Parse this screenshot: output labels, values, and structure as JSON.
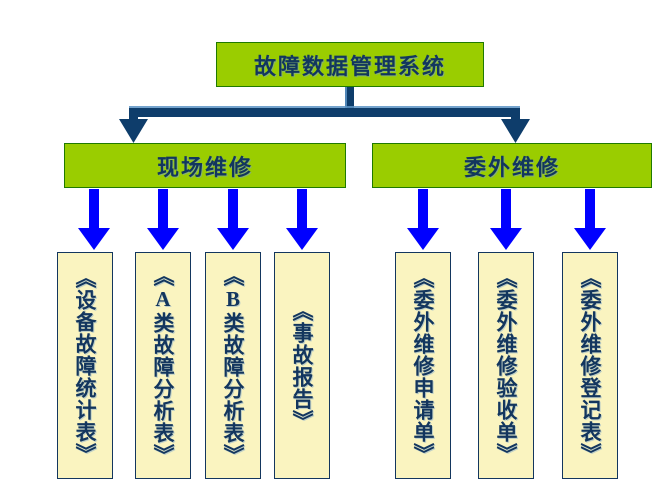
{
  "diagram": {
    "title_node": {
      "label": "故障数据管理系统"
    },
    "branches": [
      {
        "label": "现场维修"
      },
      {
        "label": "委外维修"
      }
    ],
    "leaves": [
      {
        "label": "《设备故障统计表》",
        "group": "现场维修"
      },
      {
        "label": "《A类故障分析表》",
        "group": "现场维修"
      },
      {
        "label": "《B类故障分析表》",
        "group": "现场维修"
      },
      {
        "label": "《事故报告》",
        "group": "现场维修"
      },
      {
        "label": "《委外维修申请单》",
        "group": "委外维修"
      },
      {
        "label": "《委外维修验收单》",
        "group": "委外维修"
      },
      {
        "label": "《委外维修登记表》",
        "group": "委外维修"
      }
    ],
    "colors": {
      "node_fill_green": "#9ACD00",
      "node_border_green": "#1F7A00",
      "leaf_fill_yellow": "#FAF4C0",
      "leaf_border_navy": "#13365E",
      "text_navy": "#13365E",
      "connector_navy": "#0E3D6B",
      "connector_blue": "#0000FF",
      "background": "#FFFFFF"
    }
  }
}
